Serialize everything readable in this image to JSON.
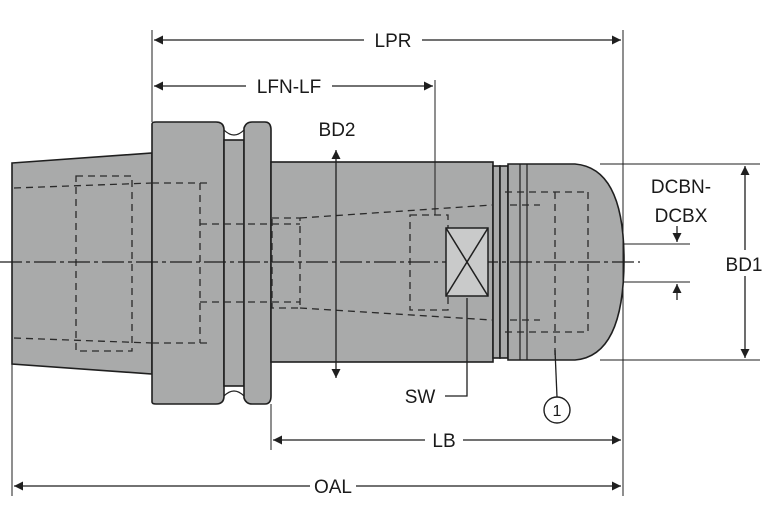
{
  "dimensions": {
    "lpr": "LPR",
    "lfn_lf": "LFN-LF",
    "bd2": "BD2",
    "dcbn": "DCBN-",
    "dcbx": "DCBX",
    "bd1": "BD1",
    "sw": "SW",
    "lb": "LB",
    "oal": "OAL",
    "callout": "1"
  },
  "colors": {
    "body_fill": "#a9aaaa",
    "outline": "#1f1f1f",
    "hidden_line": "#2a2a2a",
    "background": "#ffffff"
  }
}
